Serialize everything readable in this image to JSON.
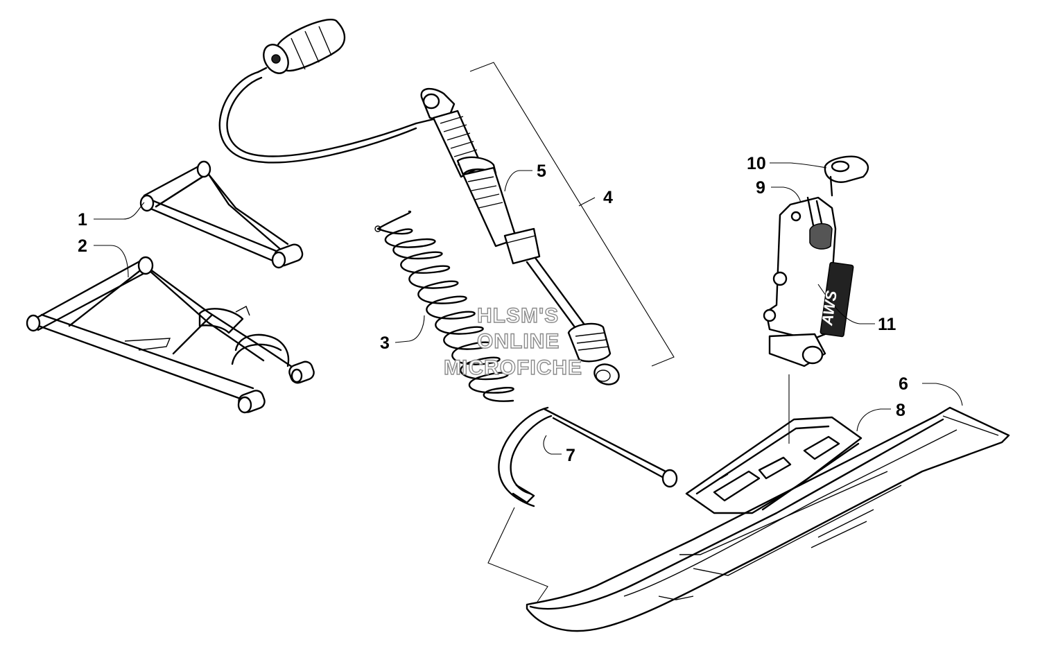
{
  "callouts": {
    "c1": "1",
    "c2": "2",
    "c3": "3",
    "c4": "4",
    "c5": "5",
    "c6": "6",
    "c7": "7",
    "c8": "8",
    "c9": "9",
    "c10": "10",
    "c11": "11"
  },
  "watermark": {
    "line1": "HLSM'S",
    "line2": "ONLINE",
    "line3": "MICROFICHE"
  },
  "decal_text": "AWS"
}
